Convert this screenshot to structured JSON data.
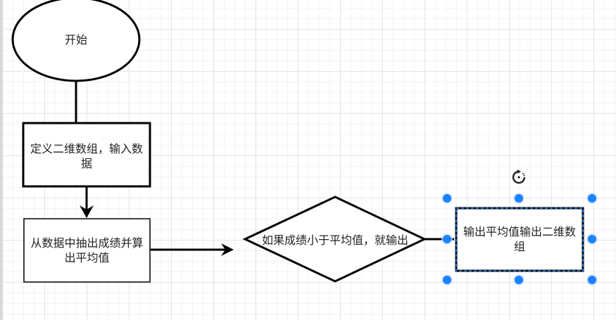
{
  "diagram": {
    "type": "flowchart",
    "nodes": [
      {
        "id": "start",
        "shape": "ellipse",
        "label": "开始"
      },
      {
        "id": "define",
        "shape": "rectangle",
        "label": "定义二维数组，输入数据"
      },
      {
        "id": "compute",
        "shape": "rectangle",
        "label": "从数据中抽出成绩并算出平均值"
      },
      {
        "id": "decision",
        "shape": "diamond",
        "label": "如果成绩小于平均值，就输出"
      },
      {
        "id": "output",
        "shape": "rectangle",
        "label": "输出平均值输出二维数组",
        "selected": true
      }
    ],
    "edges": [
      {
        "from": "start",
        "to": "define"
      },
      {
        "from": "define",
        "to": "compute"
      },
      {
        "from": "compute",
        "to": "decision"
      },
      {
        "from": "decision",
        "to": "output"
      }
    ]
  },
  "selection": {
    "color": "#1a82ff",
    "rotate_icon": "rotate-icon"
  }
}
